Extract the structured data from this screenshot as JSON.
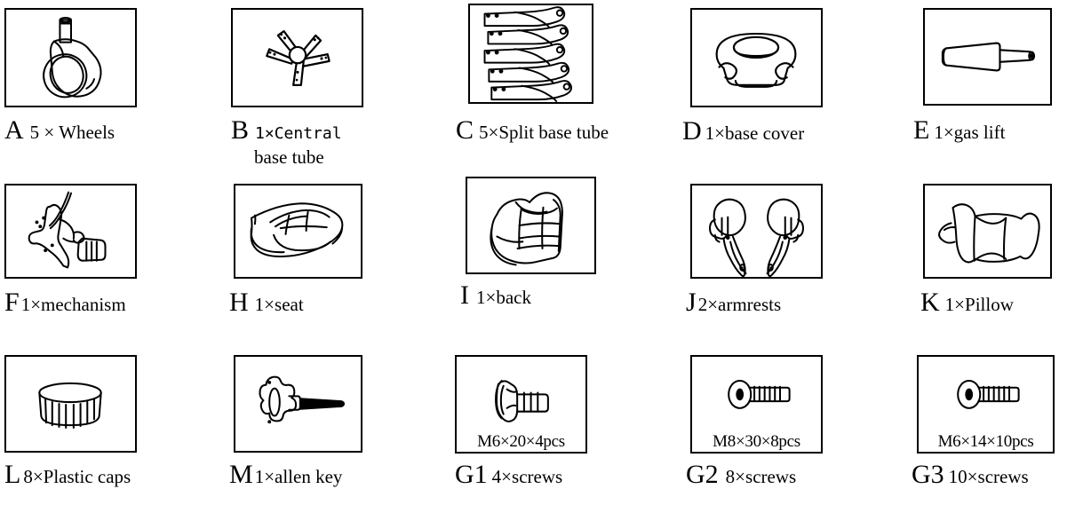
{
  "document": {
    "title": "Furniture Assembly Parts List",
    "kind": "parts-inventory-sheet",
    "background_color": "#ffffff",
    "line_color": "#000000",
    "rows": 3,
    "columns": 5
  },
  "parts": [
    {
      "code": "A",
      "desc": "5 × Wheels",
      "quantity": 5,
      "name": "Wheels",
      "icon": "caster-wheel-icon",
      "spec": null,
      "desc_style": "serif"
    },
    {
      "code": "B",
      "desc": "1×Central",
      "desc_line2": "base tube",
      "quantity": 1,
      "name": "Central base tube",
      "icon": "five-star-base-icon",
      "spec": null,
      "desc_style": "mono"
    },
    {
      "code": "C",
      "desc": "5×Split base tube",
      "quantity": 5,
      "name": "Split base tube",
      "icon": "split-base-tubes-icon",
      "spec": null,
      "desc_style": "serif"
    },
    {
      "code": "D",
      "desc": "1×base cover",
      "quantity": 1,
      "name": "base cover",
      "icon": "base-cover-icon",
      "spec": null,
      "desc_style": "serif"
    },
    {
      "code": "E",
      "desc": "1×gas lift",
      "quantity": 1,
      "name": "gas lift",
      "icon": "gas-lift-cylinder-icon",
      "spec": null,
      "desc_style": "serif"
    },
    {
      "code": "F",
      "desc": "1×mechanism",
      "quantity": 1,
      "name": "mechanism",
      "icon": "tilt-mechanism-icon",
      "spec": null,
      "desc_style": "serif"
    },
    {
      "code": "H",
      "desc": "1×seat",
      "quantity": 1,
      "name": "seat",
      "icon": "seat-cushion-icon",
      "spec": null,
      "desc_style": "serif"
    },
    {
      "code": "I",
      "desc": "1×back",
      "quantity": 1,
      "name": "back",
      "icon": "backrest-icon",
      "spec": null,
      "desc_style": "serif"
    },
    {
      "code": "J",
      "desc": "2×armrests",
      "quantity": 2,
      "name": "armrests",
      "icon": "armrests-pair-icon",
      "spec": null,
      "desc_style": "serif"
    },
    {
      "code": "K",
      "desc": "1×Pillow",
      "quantity": 1,
      "name": "Pillow",
      "icon": "headrest-pillow-icon",
      "spec": null,
      "desc_style": "serif"
    },
    {
      "code": "L",
      "desc": "8×Plastic caps",
      "quantity": 8,
      "name": "Plastic caps",
      "icon": "plastic-cap-icon",
      "spec": null,
      "desc_style": "serif"
    },
    {
      "code": "M",
      "desc": "1×allen key",
      "quantity": 1,
      "name": "allen key",
      "icon": "allen-key-icon",
      "spec": null,
      "desc_style": "serif"
    },
    {
      "code": "G1",
      "desc": "4×screws",
      "quantity": 4,
      "name": "screws",
      "icon": "hex-flange-bolt-icon",
      "spec": "M6×20×4pcs",
      "desc_style": "serif"
    },
    {
      "code": "G2",
      "desc": "8×screws",
      "quantity": 8,
      "name": "screws",
      "icon": "pan-head-screw-icon",
      "spec": "M8×30×8pcs",
      "desc_style": "serif"
    },
    {
      "code": "G3",
      "desc": "10×screws",
      "quantity": 10,
      "name": "screws",
      "icon": "pan-head-screw-icon",
      "spec": "M6×14×10pcs",
      "desc_style": "serif"
    }
  ]
}
